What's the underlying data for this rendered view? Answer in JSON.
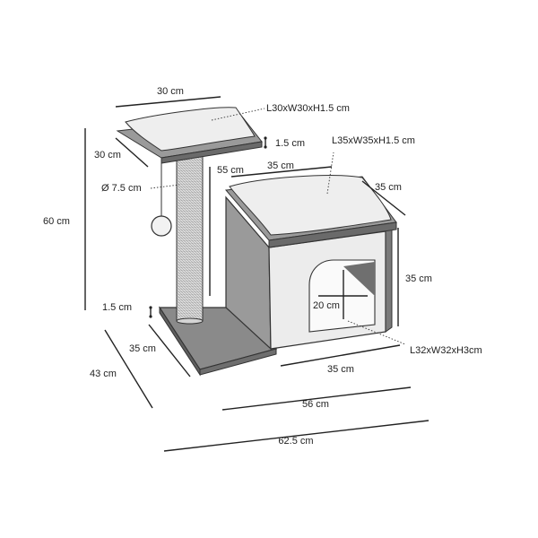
{
  "labels": {
    "top_width": "30 cm",
    "top_depth": "30 cm",
    "top_platform_spec": "L30xW30xH1.5 cm",
    "top_thickness": "1.5 cm",
    "house_top_spec": "L35xW35xH1.5 cm",
    "post_height": "55 cm",
    "house_top_width": "35 cm",
    "house_top_depth": "35 cm",
    "post_diameter": "Ø 7.5 cm",
    "total_height": "60 cm",
    "house_height": "35 cm",
    "opening_size": "20 cm",
    "base_thickness": "1.5 cm",
    "base_depth": "35 cm",
    "house_base_spec": "L32xW32xH3cm",
    "total_depth": "43 cm",
    "house_width": "35 cm",
    "base_length": "56 cm",
    "total_length": "62.5 cm"
  },
  "colors": {
    "line": "#222222",
    "base": "#8a8a8a",
    "house_side": "#9a9a9a",
    "house_front": "#ececec",
    "cushion": "#eeeeee",
    "post": "#dcdcdc"
  }
}
